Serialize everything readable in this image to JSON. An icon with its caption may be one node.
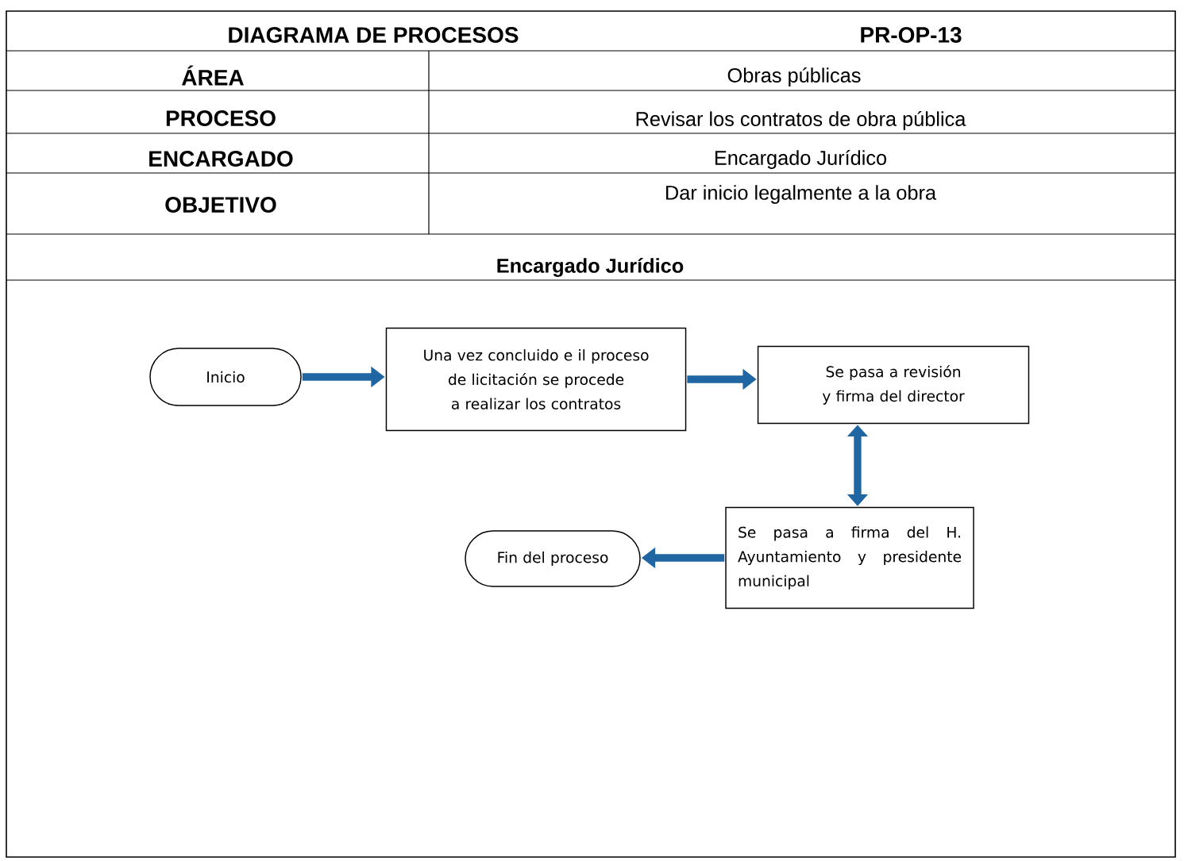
{
  "diagram": {
    "title": "DIAGRAMA DE PROCESOS",
    "nodes": [
      {
        "text": [
          "Inicio"
        ]
      },
      {
        "text": [
          "Una vez concluido e il proceso de licitación se procede a realizar los contratos"
        ]
      },
      {
        "text": [
          "Se pasa a revisión y firma del director"
        ]
      },
      {
        "text": [
          "Se pasa a firma del H. Ayuntamiento y presidente municipal"
        ]
      },
      {
        "text": [
          "Fin del proceso"
        ]
      }
    ],
    "edges": [
      {
        "from": 0,
        "to": 1,
        "arrow": "to"
      },
      {
        "from": 1,
        "to": 2,
        "arrow": "to"
      },
      {
        "from": 2,
        "to": 3,
        "arrow": "both"
      },
      {
        "from": 3,
        "to": 4,
        "arrow": "to"
      }
    ],
    "labels": [
      "PR-OP-13",
      "ÁREA",
      "Obras públicas",
      "PROCESO",
      "Revisar los contratos de obra pública",
      "ENCARGADO",
      "Encargado Jurídico",
      "OBJETIVO",
      "Dar inicio legalmente a la obra",
      "Encargado Jurídico"
    ]
  }
}
